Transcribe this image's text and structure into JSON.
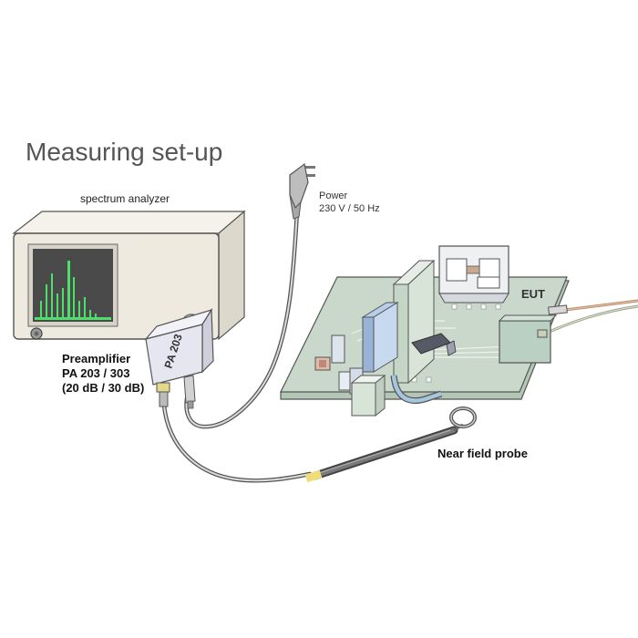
{
  "title": "Measuring set-up",
  "labels": {
    "analyzer": "spectrum analyzer",
    "power_line1": "Power",
    "power_line2": "230 V / 50 Hz",
    "eut": "EUT",
    "preamp_line1": "Preamplifier",
    "preamp_line2": "PA 203 / 303",
    "preamp_line3": "(20 dB / 30 dB)",
    "probe": "Near field probe",
    "preamp_box": "PA 203"
  },
  "colors": {
    "screen": "#4a4a4a",
    "spectrum": "#4ddf6a",
    "device_body": "#eeeae0",
    "pcb": "#c9d8cb",
    "preamp": "#e6e6f0",
    "cable": "#6b6b6b",
    "probe_band": "#f0dc78"
  }
}
